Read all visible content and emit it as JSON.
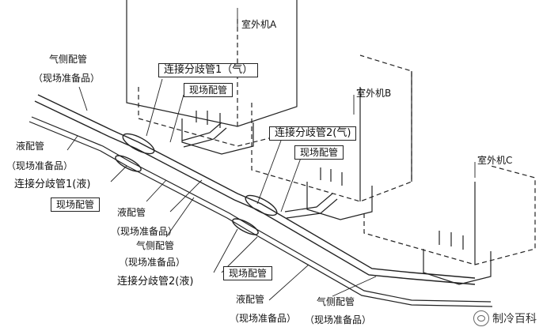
{
  "labels": {
    "unit_a": "室外机A",
    "unit_b": "室外机B",
    "unit_c": "室外机C",
    "gas_pipe_1": "气侧配管",
    "gas_pipe_1_note": "（现场准备品）",
    "branch_gas_1": "连接分歧管1（气）",
    "field_pipe_1": "现场配管",
    "liquid_pipe_1": "液配管",
    "liquid_pipe_1_note": "（现场准备品）",
    "branch_liquid_1": "连接分歧管1(液)",
    "field_pipe_2": "现场配管",
    "branch_gas_2": "连接分歧管2(气)",
    "field_pipe_3": "现场配管",
    "liquid_pipe_2": "液配管",
    "liquid_pipe_2_note": "（现场准备品）",
    "gas_pipe_2": "气侧配管",
    "gas_pipe_2_note": "（现场准备品）",
    "branch_liquid_2": "连接分歧管2(液)",
    "field_pipe_4": "现场配管",
    "liquid_pipe_3": "液配管",
    "liquid_pipe_3_note": "（现场准备品）",
    "gas_pipe_3": "气侧配管",
    "gas_pipe_3_note": "（现场准备品）"
  },
  "watermark": {
    "text": "制冷百科",
    "icon": "wechat-logo-icon"
  }
}
